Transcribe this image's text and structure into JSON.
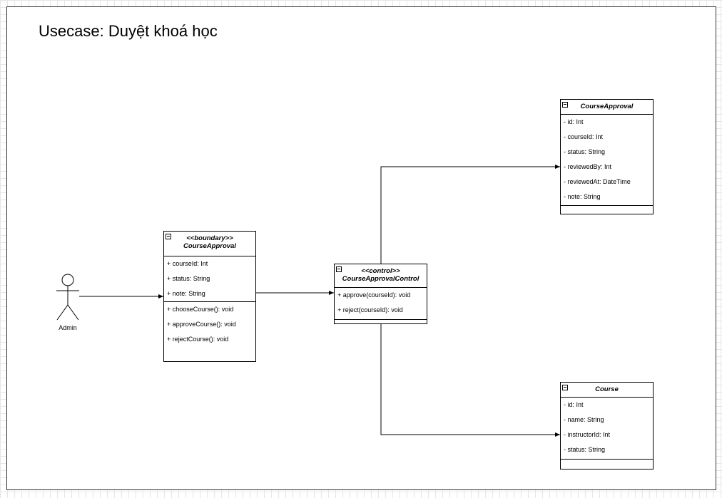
{
  "title": "Usecase: Duyệt khoá học",
  "actor": {
    "label": "Admin"
  },
  "classes": {
    "boundary": {
      "stereotype": "<<boundary>>",
      "name": "CourseApproval",
      "attributes": [
        "+ courseId: Int",
        "+ status: String",
        "+ note: String"
      ],
      "methods": [
        "+ chooseCourse(): void",
        "+ approveCourse(): void",
        "+ rejectCourse(): void"
      ]
    },
    "control": {
      "stereotype": "<<control>>",
      "name": "CourseApprovalControl",
      "methods": [
        "+ approve(courseId): void",
        "+ reject(courseId): void"
      ]
    },
    "entity_approval": {
      "name": "CourseApproval",
      "attributes": [
        "- id: Int",
        "- courseId: Int",
        "- status: String",
        "- reviewedBy: Int",
        "- reviewedAt: DateTime",
        "- note: String"
      ]
    },
    "entity_course": {
      "name": "Course",
      "attributes": [
        "- id: Int",
        "- name: String",
        "- instructorId: Int",
        "- status: String"
      ]
    }
  }
}
